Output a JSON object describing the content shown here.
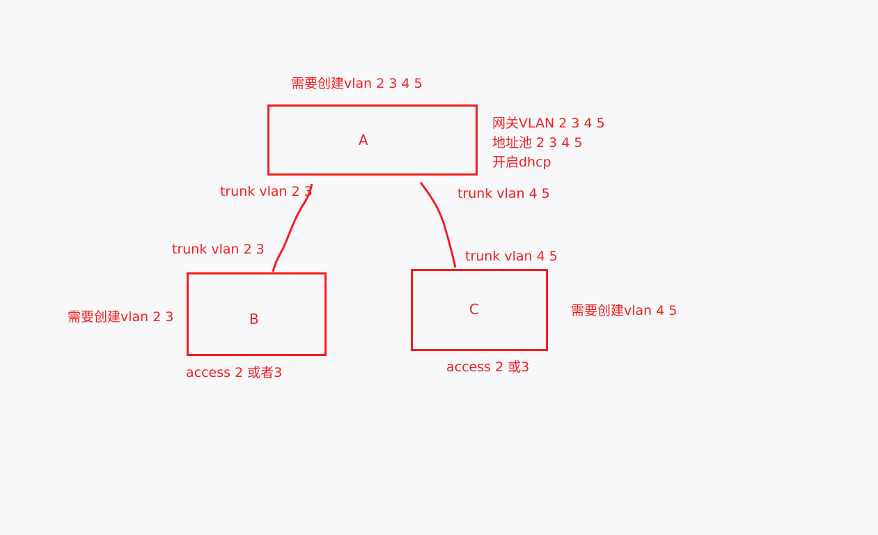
{
  "color": "#f41d1d",
  "switch_a": {
    "name": "A",
    "top_note": "需要创建vlan 2 3 4 5",
    "side_notes": [
      "网关VLAN 2 3 4 5",
      "地址池 2 3 4 5",
      "开启dhcp"
    ],
    "left_port": "trunk vlan 2 3",
    "right_port": "trunk vlan 4 5"
  },
  "switch_b": {
    "name": "B",
    "uplink_port": "trunk vlan 2 3",
    "side_note": "需要创建vlan 2 3",
    "access_note": "access 2 或者3"
  },
  "switch_c": {
    "name": "C",
    "uplink_port": "trunk vlan 4 5",
    "side_note": "需要创建vlan 4 5",
    "access_note": "access 2 或3"
  }
}
